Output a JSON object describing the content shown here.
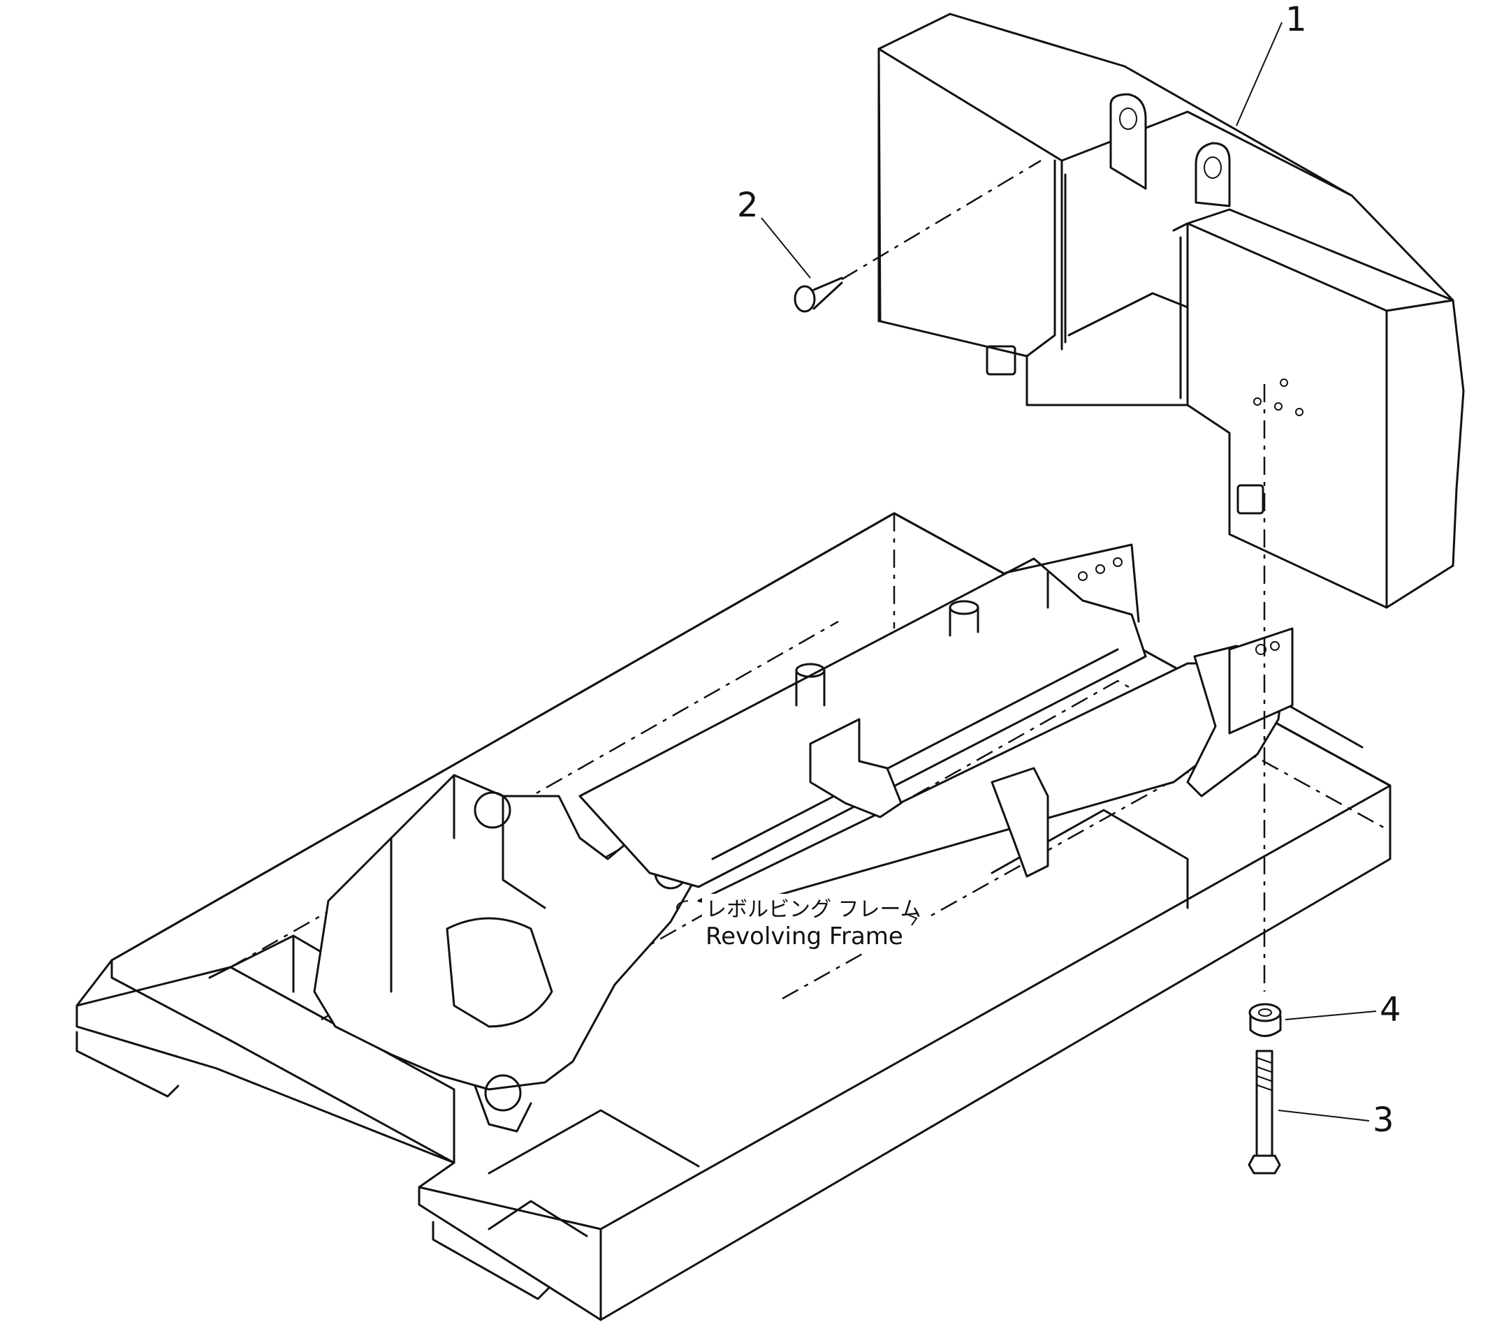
{
  "diagram": {
    "parts": [
      {
        "number": "1",
        "name": "counterweight"
      },
      {
        "number": "2",
        "name": "plug"
      },
      {
        "number": "3",
        "name": "bolt"
      },
      {
        "number": "4",
        "name": "washer"
      }
    ],
    "assembly_label_jp": "レボルビング フレーム",
    "assembly_label_en": "Revolving Frame"
  }
}
